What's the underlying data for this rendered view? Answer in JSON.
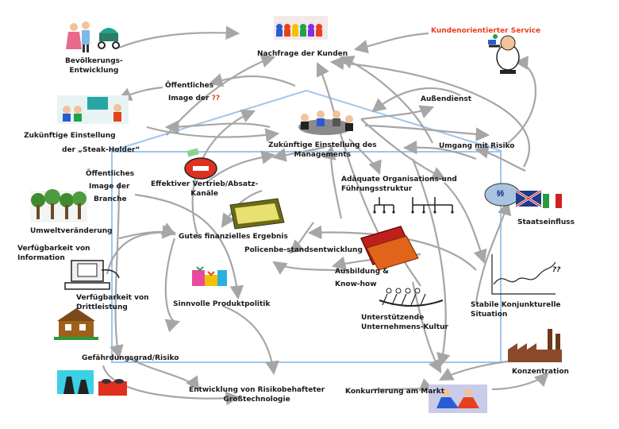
{
  "labels": {
    "nachfrage": "Nachfrage der Kunden",
    "service": "Kundenorientierter Service",
    "bevoelkerung_1": "Bevölkerungs-",
    "bevoelkerung_2": "Entwicklung",
    "oeff_image_1": "Öffentliches",
    "oeff_image_2": "Image der ",
    "oeff_image_q": "??",
    "aussendienst": "Außendienst",
    "zuk_steak_1": "Zukünftige Einstellung",
    "zuk_steak_2": "der „Steak-Holder“",
    "zuk_mgmt_1": "Zukünftige Einstellung des",
    "zuk_mgmt_2": "Managements",
    "risiko": "Umgang mit Risiko",
    "branche_1": "Öffentliches",
    "branche_2": "Image der",
    "branche_3": "Branche",
    "vertrieb_1": "Effektiver Vertrieb/Absatz-",
    "vertrieb_2": "Kanäle",
    "org_1": "Adäquate Organisations-und",
    "org_2": "Führungsstruktur",
    "staat": "Staatseinfluss",
    "umwelt": "Umweltveränderung",
    "ergebnis": "Gutes finanzielles Ergebnis",
    "info_1": "Verfügbarkeit von",
    "info_2": "Information",
    "police": "Policenbe-standsentwicklung",
    "ausbildung_1": "Ausbildung &",
    "ausbildung_2": "Know-how",
    "dritt_1": "Verfügbarkeit von",
    "dritt_2": "Drittleistung",
    "produkt": "Sinnvolle Produktpolitik",
    "kultur_1": "Unterstützende",
    "kultur_2": "Unternehmens-Kultur",
    "konjunktur_1": "Stabile Konjunkturelle",
    "konjunktur_2": "Situation",
    "gefahr": "Gefährdungsgrad/Risiko",
    "konzentration": "Konzentration",
    "grosstech_1": "Entwicklung von Risikobehafteter",
    "grosstech_2": "Großtechnologie",
    "markt": "Konkurrierung am Markt",
    "para": "§§",
    "qq": "??"
  },
  "colors": {
    "arrow": "#a6a6a6",
    "house": "#9ec6ee",
    "accent_red": "#e8401c",
    "text": "#1a1a1a"
  }
}
